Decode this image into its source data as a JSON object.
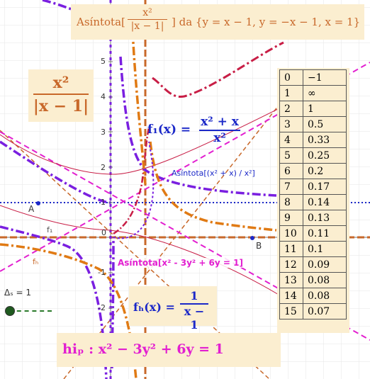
{
  "title_box": {
    "prefix": "Asíntota[",
    "numerator": "x²",
    "denominator": "|x − 1|",
    "suffix": "] da  {y = x − 1, y = −x − 1, x = 1}"
  },
  "fraction_box": {
    "numerator": "x²",
    "denominator": "|x − 1|"
  },
  "table": {
    "rows": [
      [
        "0",
        "−1"
      ],
      [
        "1",
        "∞"
      ],
      [
        "2",
        "1"
      ],
      [
        "3",
        "0.5"
      ],
      [
        "4",
        "0.33"
      ],
      [
        "5",
        "0.25"
      ],
      [
        "6",
        "0.2"
      ],
      [
        "7",
        "0.17"
      ],
      [
        "8",
        "0.14"
      ],
      [
        "9",
        "0.13"
      ],
      [
        "10",
        "0.11"
      ],
      [
        "11",
        "0.1"
      ],
      [
        "12",
        "0.09"
      ],
      [
        "13",
        "0.08"
      ],
      [
        "14",
        "0.08"
      ],
      [
        "15",
        "0.07"
      ]
    ]
  },
  "f1_label": {
    "name": "f₁(x) =",
    "numerator": "x² + x",
    "denominator": "x²"
  },
  "asymptote1_label": "Asíntota[(x² + x) / x²]",
  "asymptote2_label": "Asíntota[x² - 3y² + 6y = 1]",
  "fh_box": {
    "name": "fₕ(x) =",
    "numerator": "1",
    "denominator": "x − 1"
  },
  "hip_box": {
    "text": "hiₚ :  x² − 3y² + 6y = 1"
  },
  "slider": {
    "label": "Δₛ = 1"
  },
  "points": {
    "a": "A",
    "b": "B"
  },
  "curve_labels": {
    "f1": "f₁",
    "fh": "fₕ"
  },
  "axis": {
    "y_ticks": [
      "5",
      "4",
      "3",
      "2",
      "1",
      "0",
      "-1",
      "-2"
    ]
  },
  "colors": {
    "orange": "#e07a14",
    "purple": "#7a1fe0",
    "magenta": "#e21fd0",
    "crimson": "#c81e46",
    "blue": "#1b28c8",
    "box": "#fbeed0"
  }
}
